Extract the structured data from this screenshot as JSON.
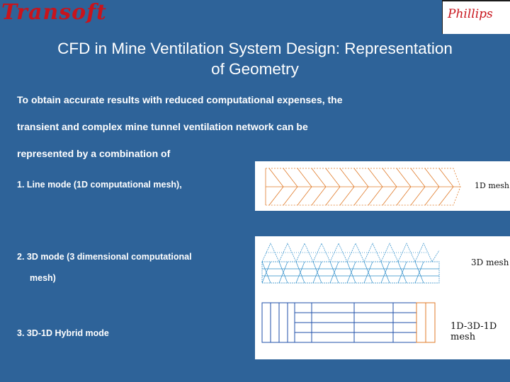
{
  "header": {
    "logo_left": "Transoft",
    "logo_right": "Phillips"
  },
  "slide": {
    "title_line1": "CFD in Mine Ventilation System Design: Representation",
    "title_line2": "of Geometry",
    "intro_line1": "To obtain accurate results with reduced computational expenses, the",
    "intro_line2": "transient and complex mine tunnel ventilation network can be",
    "intro_line3": "represented by a combination of"
  },
  "modes": [
    {
      "text": "1. Line mode (1D computational mesh),",
      "label": "1D mesh"
    },
    {
      "text_line1": "2. 3D mode (3 dimensional computational",
      "text_line2": "mesh)",
      "label": "3D mesh"
    },
    {
      "text": "3. 3D-1D Hybrid mode",
      "label": "1D-3D-1D mesh"
    }
  ],
  "colors": {
    "background": "#2e6399",
    "logo_red": "#c8141c",
    "mesh_orange": "#e07b2a",
    "mesh_blue": "#1f4fa8"
  }
}
